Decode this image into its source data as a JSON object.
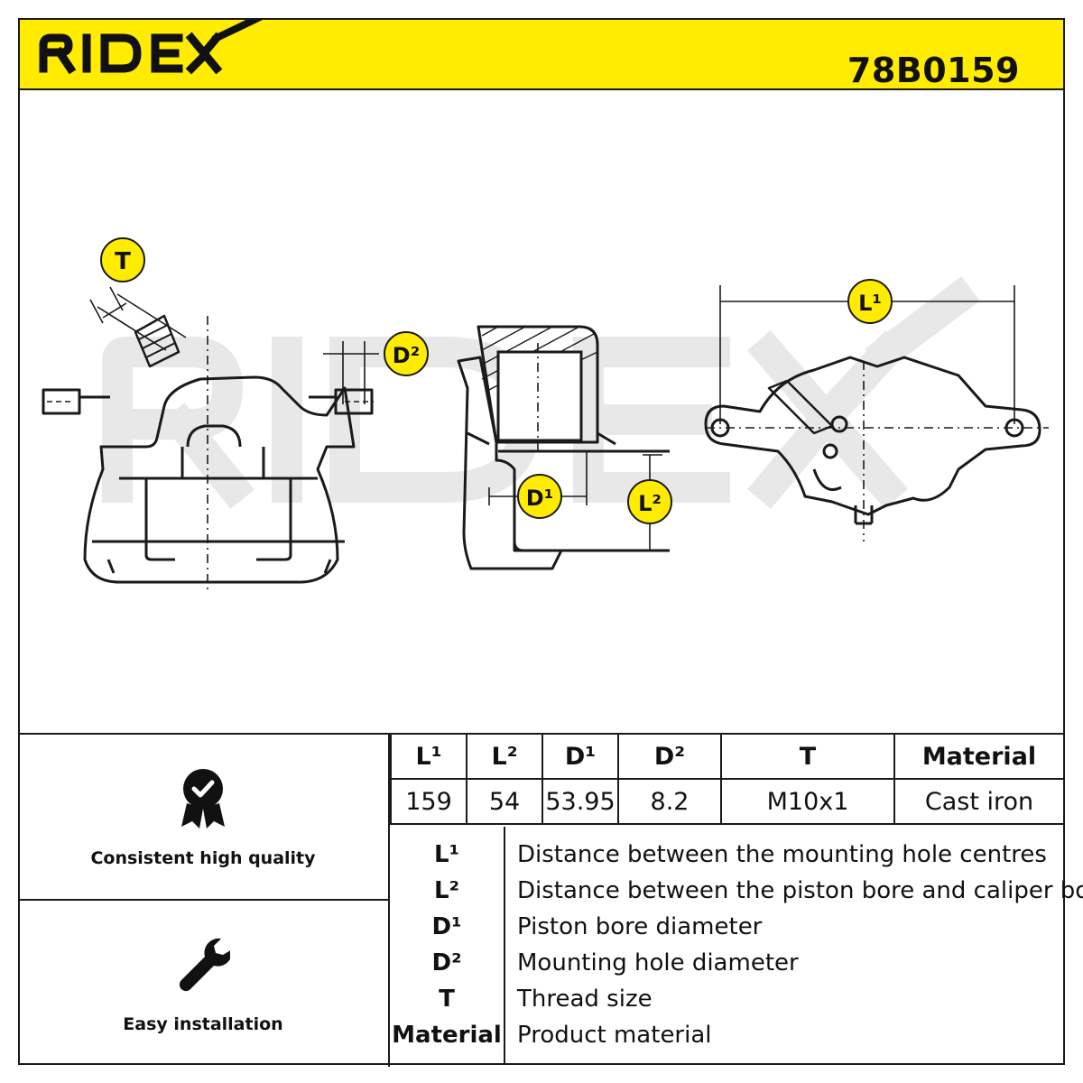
{
  "header": {
    "brand": "RIDEX",
    "part_number": "78B0159"
  },
  "drawing_labels": {
    "t": "T",
    "d2": "D²",
    "d1": "D¹",
    "l2": "L²",
    "l1": "L¹",
    "watermark": "RIDEX"
  },
  "features": [
    {
      "label": "Consistent high quality",
      "icon": "quality-badge-icon"
    },
    {
      "label": "Easy installation",
      "icon": "wrench-icon"
    }
  ],
  "spec_table": {
    "headers": [
      "L¹",
      "L²",
      "D¹",
      "D²",
      "T",
      "Material"
    ],
    "values": [
      "159",
      "54",
      "53.95",
      "8.2",
      "M10x1",
      "Cast iron"
    ]
  },
  "legend": [
    {
      "key": "L¹",
      "value": "Distance between the mounting hole centres"
    },
    {
      "key": "L²",
      "value": "Distance between the piston bore and caliper body"
    },
    {
      "key": "D¹",
      "value": "Piston bore diameter"
    },
    {
      "key": "D²",
      "value": "Mounting hole diameter"
    },
    {
      "key": "T",
      "value": "Thread size"
    },
    {
      "key": "Material",
      "value": "Product material"
    }
  ],
  "colors": {
    "brand_yellow": "#ffec00",
    "line": "#1a1a1a",
    "watermark": "#e6e6e6"
  }
}
